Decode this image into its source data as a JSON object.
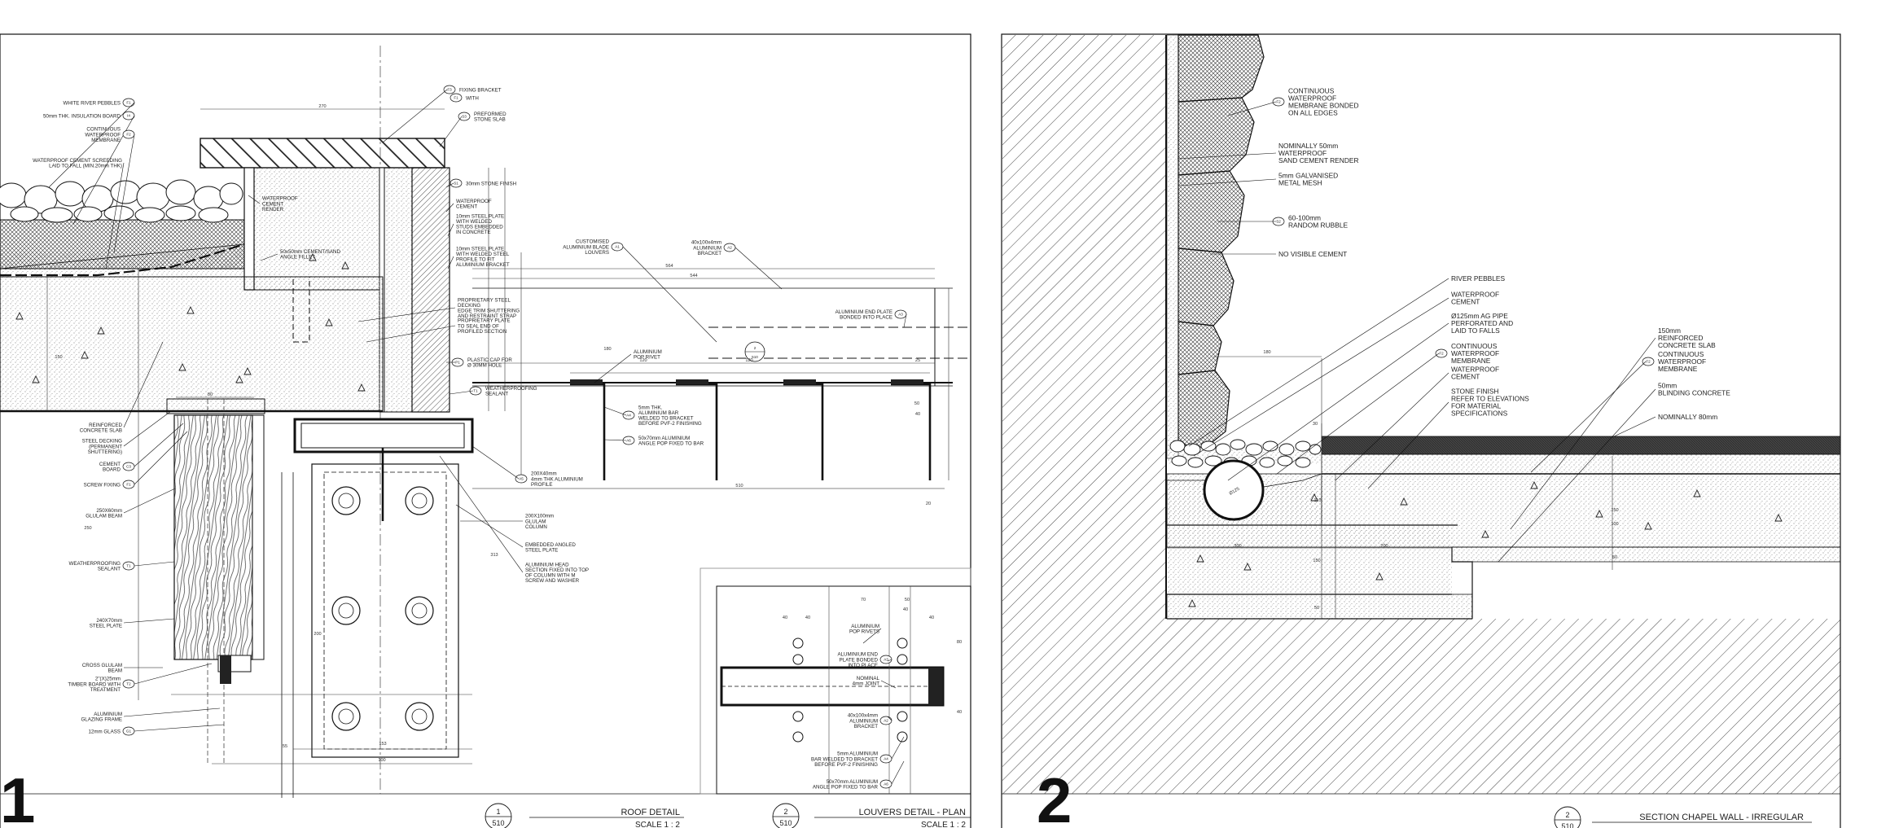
{
  "detail1": {
    "number": "1",
    "title": "ROOF DETAIL",
    "scale": "SCALE 1 : 2",
    "ref": {
      "top": "1",
      "bottom": "510"
    },
    "labels_left": [
      {
        "text": [
          "WHITE RIVER PEBBLES"
        ],
        "tag": "F1"
      },
      {
        "text": [
          "50mm THK. INSULATION BOARD"
        ],
        "tag": "I4"
      },
      {
        "text": [
          "CONTINUOUS",
          "WATERPROOF",
          "MEMBRANE"
        ],
        "tag": "F2"
      },
      {
        "text": [
          "WATERPROOF CEMENT SCREEDING",
          "LAID TO FALL (MIN.20mm THK)"
        ],
        "tag": ""
      },
      {
        "text": [
          "REINFORCED",
          "CONCRETE SLAB"
        ],
        "tag": ""
      },
      {
        "text": [
          "STEEL DECKING",
          "(PERMANENT",
          "SHUTTERING)"
        ],
        "tag": ""
      },
      {
        "text": [
          "CEMENT",
          "BOARD"
        ],
        "tag": "C3"
      },
      {
        "text": [
          "SCREW FIXING"
        ],
        "tag": "F1"
      },
      {
        "text": [
          "250X60mm",
          "GLULAM BEAM"
        ],
        "tag": ""
      },
      {
        "text": [
          "WEATHERPROOFING",
          "SEALANT"
        ],
        "tag": "T1"
      },
      {
        "text": [
          "240X70mm",
          "STEEL PLATE"
        ],
        "tag": ""
      },
      {
        "text": [
          "CROSS GLULAM",
          "BEAM"
        ],
        "tag": ""
      },
      {
        "text": [
          "2\"(X)25mm",
          "TIMBER BOARD WITH",
          "TREATMENT"
        ],
        "tag": "T2"
      },
      {
        "text": [
          "ALUMINIUM",
          "GLAZING FRAME"
        ],
        "tag": ""
      },
      {
        "text": [
          "12mm GLASS"
        ],
        "tag": "G1"
      }
    ],
    "labels_mid": [
      {
        "text": [
          "FIXING BRACKET"
        ],
        "tag": "F3"
      },
      {
        "text": [
          "WITH"
        ],
        "tag": "F1"
      },
      {
        "text": [
          "PREFORMED",
          "STONE SLAB"
        ],
        "tag": "S3"
      },
      {
        "text": [
          "30mm STONE FINISH"
        ],
        "tag": "S1"
      },
      {
        "text": [
          "WATERPROOF",
          "CEMENT"
        ],
        "tag": ""
      },
      {
        "text": [
          "10mm STEEL PLATE",
          "WITH WELDED",
          "STUDS EMBEDDED",
          "IN CONCRETE"
        ],
        "tag": ""
      },
      {
        "text": [
          "10mm STEEL PLATE",
          "WITH WELDED STEEL",
          "PROFILE TO FIT",
          "ALUMINIUM BRACKET"
        ],
        "tag": ""
      },
      {
        "text": [
          "WATERPROOF",
          "CEMENT",
          "RENDER"
        ],
        "tag": ""
      },
      {
        "text": [
          "50x50mm CEMENT/SAND",
          "ANGLE FILLET"
        ],
        "tag": ""
      },
      {
        "text": [
          "PROPRIETARY STEEL",
          "DECKING",
          "EDGE TRIM SHUTTERING",
          "AND RESTRAINT STRAP"
        ],
        "tag": ""
      },
      {
        "text": [
          "PROPRIETARY PLATE",
          "TO SEAL END OF",
          "PROFILED SECTION"
        ],
        "tag": ""
      },
      {
        "text": [
          "PLASTIC CAP FOR",
          "Ø 30MM HOLE"
        ],
        "tag": "P1"
      },
      {
        "text": [
          "WEATHERPROOFING",
          "SEALANT"
        ],
        "tag": "T1"
      },
      {
        "text": [
          "200X40mm",
          "4mm THK ALUMINIUM",
          "PROFILE"
        ],
        "tag": "A5"
      },
      {
        "text": [
          "200X100mm",
          "GLULAM",
          "COLUMN"
        ],
        "tag": ""
      },
      {
        "text": [
          "EMBEDDED ANGLED",
          "STEEL PLATE"
        ],
        "tag": ""
      },
      {
        "text": [
          "ALUMINIUM HEAD",
          "SECTION FIXED INTO TOP",
          "OF COLUMN WITH M",
          "SCREW AND WASHER"
        ],
        "tag": ""
      }
    ],
    "labels_louvre": [
      {
        "text": [
          "CUSTOMISED",
          "ALUMINIUM BLADE",
          "LOUVERS"
        ],
        "tag": "A1"
      },
      {
        "text": [
          "40x100x4mm",
          "ALUMINIUM",
          "BRACKET"
        ],
        "tag": "A2"
      },
      {
        "text": [
          "ALUMINIUM END PLATE",
          "BONDED INTO PLACE"
        ],
        "tag": "A3"
      },
      {
        "text": [
          "ALUMINIUM",
          "POP RIVET"
        ],
        "tag": ""
      },
      {
        "text": [
          "5mm THK.",
          "ALUMINIUM BAR",
          "WELDED TO BRACKET",
          "BEFORE PVF-2 FINISHING"
        ],
        "tag": "A4"
      },
      {
        "text": [
          "50x70mm ALUMINIUM",
          "ANGLE POP FIXED TO BAR"
        ],
        "tag": "A6"
      }
    ],
    "callout": {
      "top": "2",
      "bottom": "510"
    },
    "dims": [
      "270",
      "564",
      "544",
      "180",
      "120",
      "120",
      "25",
      "510",
      "313",
      "80",
      "50",
      "40",
      "150",
      "153",
      "100",
      "55",
      "20",
      "200",
      "250"
    ]
  },
  "detail_louvers": {
    "number": "2",
    "title": "LOUVERS DETAIL - PLAN",
    "scale": "SCALE 1 : 2",
    "ref": {
      "top": "2",
      "bottom": "510"
    },
    "labels": [
      {
        "text": [
          "ALUMINIUM",
          "POP RIVETS"
        ],
        "tag": ""
      },
      {
        "text": [
          "ALUMINIUM END",
          "PLATE BONDED",
          "INTO PLACE"
        ],
        "tag": "A3"
      },
      {
        "text": [
          "NOMINAL",
          "4mm JOINT"
        ],
        "tag": ""
      },
      {
        "text": [
          "40x100x4mm",
          "ALUMINIUM",
          "BRACKET"
        ],
        "tag": "A2"
      },
      {
        "text": [
          "5mm ALUMINIUM",
          "BAR WELDED TO BRACKET",
          "BEFORE PVF-2 FINISHING"
        ],
        "tag": "A4"
      },
      {
        "text": [
          "50x70mm ALUMINIUM",
          "ANGLE POP FIXED TO BAR"
        ],
        "tag": "A6"
      }
    ],
    "dims": [
      "70",
      "50",
      "40",
      "40",
      "40",
      "40",
      "80",
      "40"
    ]
  },
  "detail2": {
    "number": "2",
    "title": "SECTION CHAPEL WALL - IRREGULAR",
    "ref": {
      "top": "2",
      "bottom": "510"
    },
    "labels_upper": [
      {
        "text": [
          "CONTINUOUS",
          "WATERPROOF",
          "MEMBRANE BONDED",
          "ON ALL EDGES"
        ],
        "tag": "F2"
      },
      {
        "text": [
          "NOMINALLY 50mm",
          "WATERPROOF",
          "SAND CEMENT RENDER"
        ],
        "tag": ""
      },
      {
        "text": [
          "5mm GALVANISED",
          "METAL MESH"
        ],
        "tag": ""
      },
      {
        "text": [
          "60-100mm",
          "RANDOM RUBBLE"
        ],
        "tag": "S2"
      },
      {
        "text": [
          "NO VISIBLE CEMENT"
        ],
        "tag": ""
      }
    ],
    "labels_lower": [
      {
        "text": [
          "RIVER PEBBLES"
        ],
        "tag": ""
      },
      {
        "text": [
          "WATERPROOF",
          "CEMENT"
        ],
        "tag": ""
      },
      {
        "text": [
          "Ø125mm AG PIPE",
          "PERFORATED AND",
          "LAID TO FALLS"
        ],
        "tag": ""
      },
      {
        "text": [
          "CONTINUOUS",
          "WATERPROOF",
          "MEMBRANE"
        ],
        "tag": "F2"
      },
      {
        "text": [
          "WATERPROOF",
          "CEMENT"
        ],
        "tag": ""
      },
      {
        "text": [
          "STONE FINISH",
          "REFER TO ELEVATIONS",
          "FOR MATERIAL",
          "SPECIFICATIONS"
        ],
        "tag": ""
      }
    ],
    "labels_right": [
      {
        "text": [
          "150mm",
          "REINFORCED",
          "CONCRETE SLAB"
        ],
        "tag": ""
      },
      {
        "text": [
          "CONTINUOUS",
          "WATERPROOF",
          "MEMBRANE"
        ],
        "tag": "F2"
      },
      {
        "text": [
          "50mm",
          "BLINDING CONCRETE"
        ],
        "tag": ""
      },
      {
        "text": [
          "NOMINALLY 80mm"
        ],
        "tag": ""
      }
    ],
    "pipe_label": "Ø125",
    "dims": [
      "180",
      "30",
      "110",
      "300",
      "200",
      "150",
      "50",
      "150",
      "50",
      "100"
    ]
  }
}
